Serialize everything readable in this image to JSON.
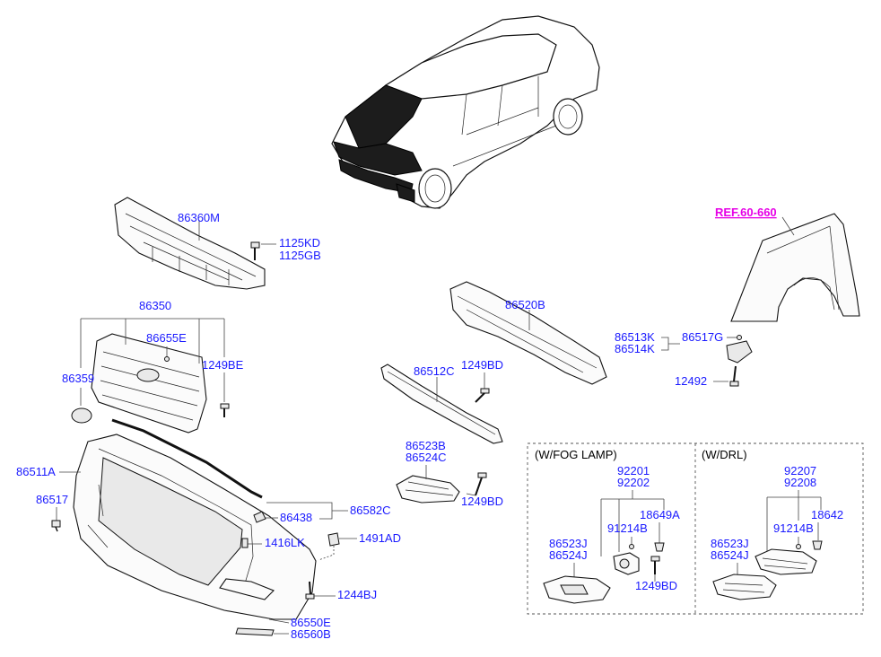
{
  "diagram": {
    "reference": "REF.60-660",
    "boxes": {
      "fog_lamp_title": "(W/FOG LAMP)",
      "drl_title": "(W/DRL)"
    },
    "labels": {
      "p86360M": "86360M",
      "p1125KD": "1125KD",
      "p1125GB": "1125GB",
      "p86350": "86350",
      "p86655E": "86655E",
      "p86359": "86359",
      "p1249BE": "1249BE",
      "p86520B": "86520B",
      "p86512C": "86512C",
      "p1249BD_a": "1249BD",
      "p86513K": "86513K",
      "p86514K": "86514K",
      "p86517G": "86517G",
      "p12492": "12492",
      "p86511A": "86511A",
      "p86517": "86517",
      "p86438": "86438",
      "p86582C": "86582C",
      "p1416LK": "1416LK",
      "p1491AD": "1491AD",
      "p1244BJ": "1244BJ",
      "p86550E": "86550E",
      "p86560B": "86560B",
      "p86523B": "86523B",
      "p86524C": "86524C",
      "p1249BD_b": "1249BD",
      "p92201": "92201",
      "p92202": "92202",
      "p91214B_a": "91214B",
      "p18649A": "18649A",
      "p86523J_a": "86523J",
      "p86524J_a": "86524J",
      "p1249BD_c": "1249BD",
      "p92207": "92207",
      "p92208": "92208",
      "p91214B_b": "91214B",
      "p18642": "18642",
      "p86523J_b": "86523J",
      "p86524J_b": "86524J"
    }
  }
}
